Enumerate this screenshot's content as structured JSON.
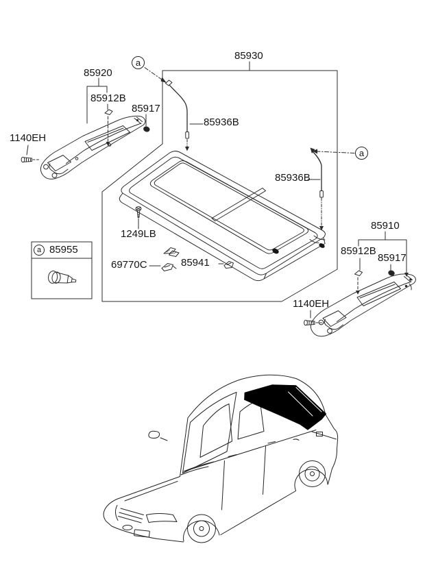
{
  "diagram": {
    "callout_letter": "a",
    "labels": {
      "tray_assembly": "85930",
      "side_trim_left": "85920",
      "clip_85912b_left": "85912B",
      "fastener_85917_left": "85917",
      "bolt_1140eh_left": "1140EH",
      "strap_top": "85936B",
      "strap_right": "85936B",
      "screw_1249lb": "1249LB",
      "legend_part": "85955",
      "clip_69770c": "69770C",
      "clip_85941": "85941",
      "side_trim_right": "85910",
      "clip_85912b_right": "85912B",
      "fastener_85917_right": "85917",
      "bolt_1140eh_right": "1140EH"
    },
    "colors": {
      "background": "#ffffff",
      "line": "#2b2b2b",
      "text": "#141414",
      "highlight_fill": "#000000"
    }
  }
}
